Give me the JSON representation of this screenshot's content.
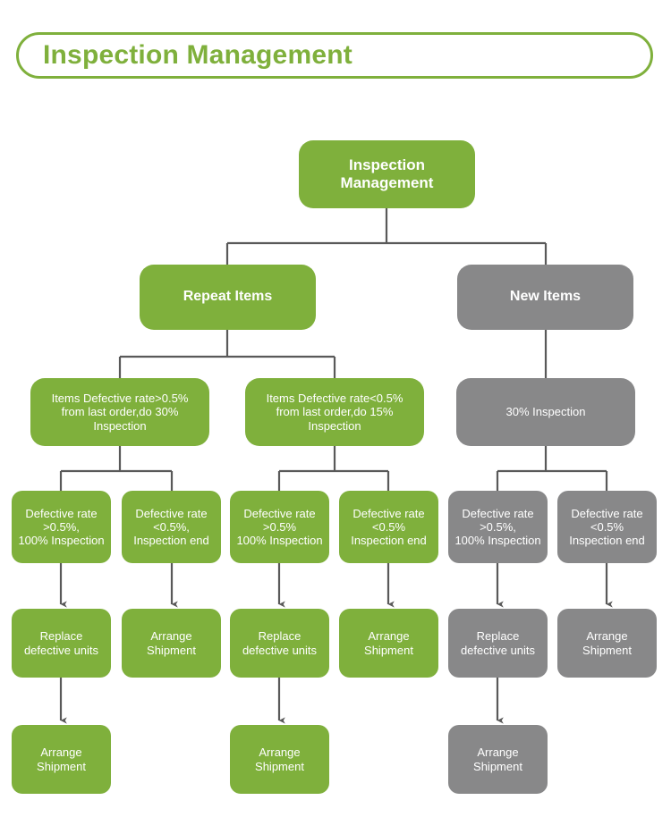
{
  "header": {
    "title": "Inspection Management"
  },
  "colors": {
    "green": "#7fb03c",
    "gray": "#888889",
    "connector": "#595959",
    "text_on_node": "#ffffff",
    "background": "#ffffff"
  },
  "diagram": {
    "type": "tree-flowchart",
    "root": {
      "label": "Inspection\nManagement",
      "color": "green"
    },
    "level2": [
      {
        "label": "Repeat Items",
        "color": "green"
      },
      {
        "label": "New Items",
        "color": "gray"
      }
    ],
    "level3": [
      {
        "label": "Items Defective rate>0.5%\nfrom last order,do 30%\nInspection",
        "color": "green"
      },
      {
        "label": "Items Defective rate<0.5%\nfrom last order,do 15%\nInspection",
        "color": "green"
      },
      {
        "label": "30% Inspection",
        "color": "gray"
      }
    ],
    "level4": [
      {
        "label": "Defective rate\n>0.5%,\n100% Inspection",
        "color": "green"
      },
      {
        "label": "Defective rate\n<0.5%,\nInspection end",
        "color": "green"
      },
      {
        "label": "Defective rate\n>0.5%\n100% Inspection",
        "color": "green"
      },
      {
        "label": "Defective rate\n<0.5%\nInspection end",
        "color": "green"
      },
      {
        "label": "Defective rate\n>0.5%,\n100% Inspection",
        "color": "gray"
      },
      {
        "label": "Defective rate\n<0.5%\nInspection end",
        "color": "gray"
      }
    ],
    "level5": [
      {
        "label": "Replace\ndefective units",
        "color": "green"
      },
      {
        "label": "Arrange\nShipment",
        "color": "green"
      },
      {
        "label": "Replace\ndefective units",
        "color": "green"
      },
      {
        "label": "Arrange\nShipment",
        "color": "green"
      },
      {
        "label": "Replace\ndefective units",
        "color": "gray"
      },
      {
        "label": "Arrange\nShipment",
        "color": "gray"
      }
    ],
    "level6": [
      {
        "label": "Arrange\nShipment",
        "color": "green"
      },
      {
        "label": "Arrange\nShipment",
        "color": "green"
      },
      {
        "label": "Arrange\nShipment",
        "color": "gray"
      }
    ]
  }
}
